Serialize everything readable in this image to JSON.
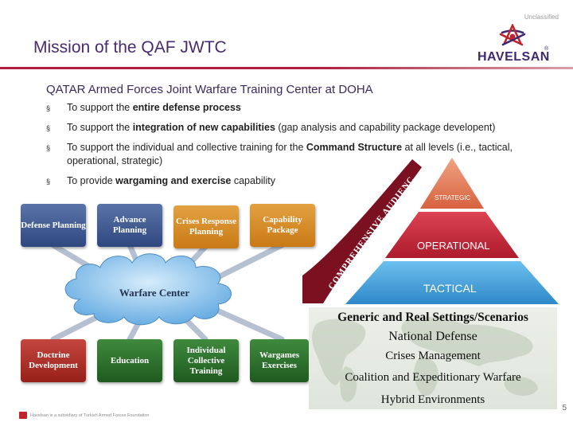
{
  "header": {
    "classification": "Unclassified",
    "title": "Mission of the QAF JWTC",
    "logo_text": "HAVELSAN",
    "logo_reg": "®"
  },
  "content": {
    "subtitle": "QATAR Armed Forces Joint Warfare Training Center at DOHA",
    "bullet_marker": "§",
    "bullets": [
      {
        "pre": "To support the ",
        "bold": "entire defense process",
        "post": ""
      },
      {
        "pre": "To support the ",
        "bold": "integration of new capabilities",
        "post": " (gap analysis and capability package developent)"
      },
      {
        "pre": "To support the individual and collective training for the ",
        "bold": "Command Structure",
        "post": " at all levels (i.e., tactical, operational, strategic)"
      },
      {
        "pre": "To provide ",
        "bold": "wargaming and exercise",
        "post": " capability"
      }
    ]
  },
  "diagram": {
    "center": "Warfare Center",
    "top_boxes": [
      "Defense Planning",
      "Advance Planning",
      "Crises Response Planning",
      "Capability Package"
    ],
    "bottom_boxes": [
      "Doctrine Development",
      "Education",
      "Individual Collective Training",
      "Wargames Exercises"
    ],
    "colors": {
      "blue": "#2f477f",
      "orange": "#c97a15",
      "red": "#972019",
      "green": "#1f5a1f",
      "cloud": "#7fb8e6"
    }
  },
  "pyramid": {
    "arc_text": "COMPREHENSIVE AUDIENCE",
    "levels": [
      "STRATEGIC",
      "OPERATIONAL",
      "TACTICAL"
    ],
    "colors": {
      "strategic": "#e07a5a",
      "operational": "#c8283a",
      "tactical": "#3a9fd8",
      "arc": "#7a1020"
    }
  },
  "scenarios": [
    "Generic and Real Settings/Scenarios",
    "National Defense",
    "Crises Management",
    "Coalition and Expeditionary Warfare",
    "Hybrid Environments"
  ],
  "footer": {
    "note": "Havelsan is a subsidiary of Turkish Armed Forces Foundation",
    "page": "5"
  }
}
